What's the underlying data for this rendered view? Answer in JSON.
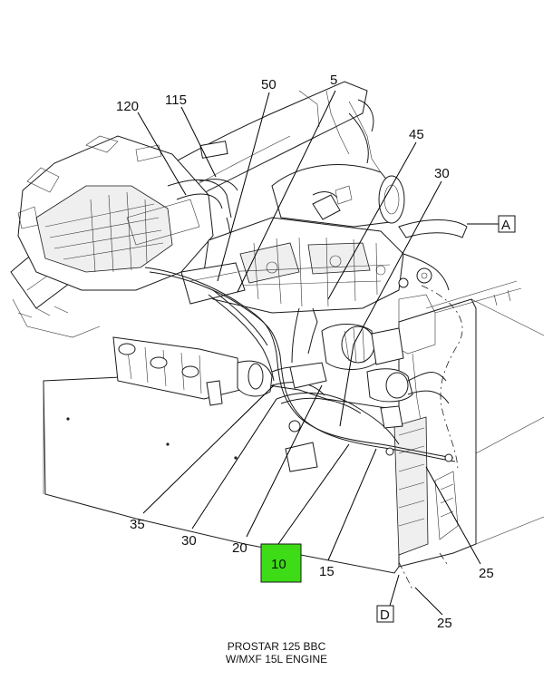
{
  "callouts": {
    "c120": "120",
    "c115": "115",
    "c50": "50",
    "c5": "5",
    "c45": "45",
    "c30_top": "30",
    "c_A": "A",
    "c35": "35",
    "c30_bottom": "30",
    "c20": "20",
    "c10": "10",
    "c15": "15",
    "c25_mid": "25",
    "c_D": "D",
    "c25_bottom": "25"
  },
  "colors": {
    "highlight": "#3ddc17",
    "line": "#1a1a1a",
    "background": "#ffffff"
  },
  "caption": {
    "line1": "PROSTAR 125 BBC",
    "line2": "W/MXF 15L ENGINE"
  }
}
